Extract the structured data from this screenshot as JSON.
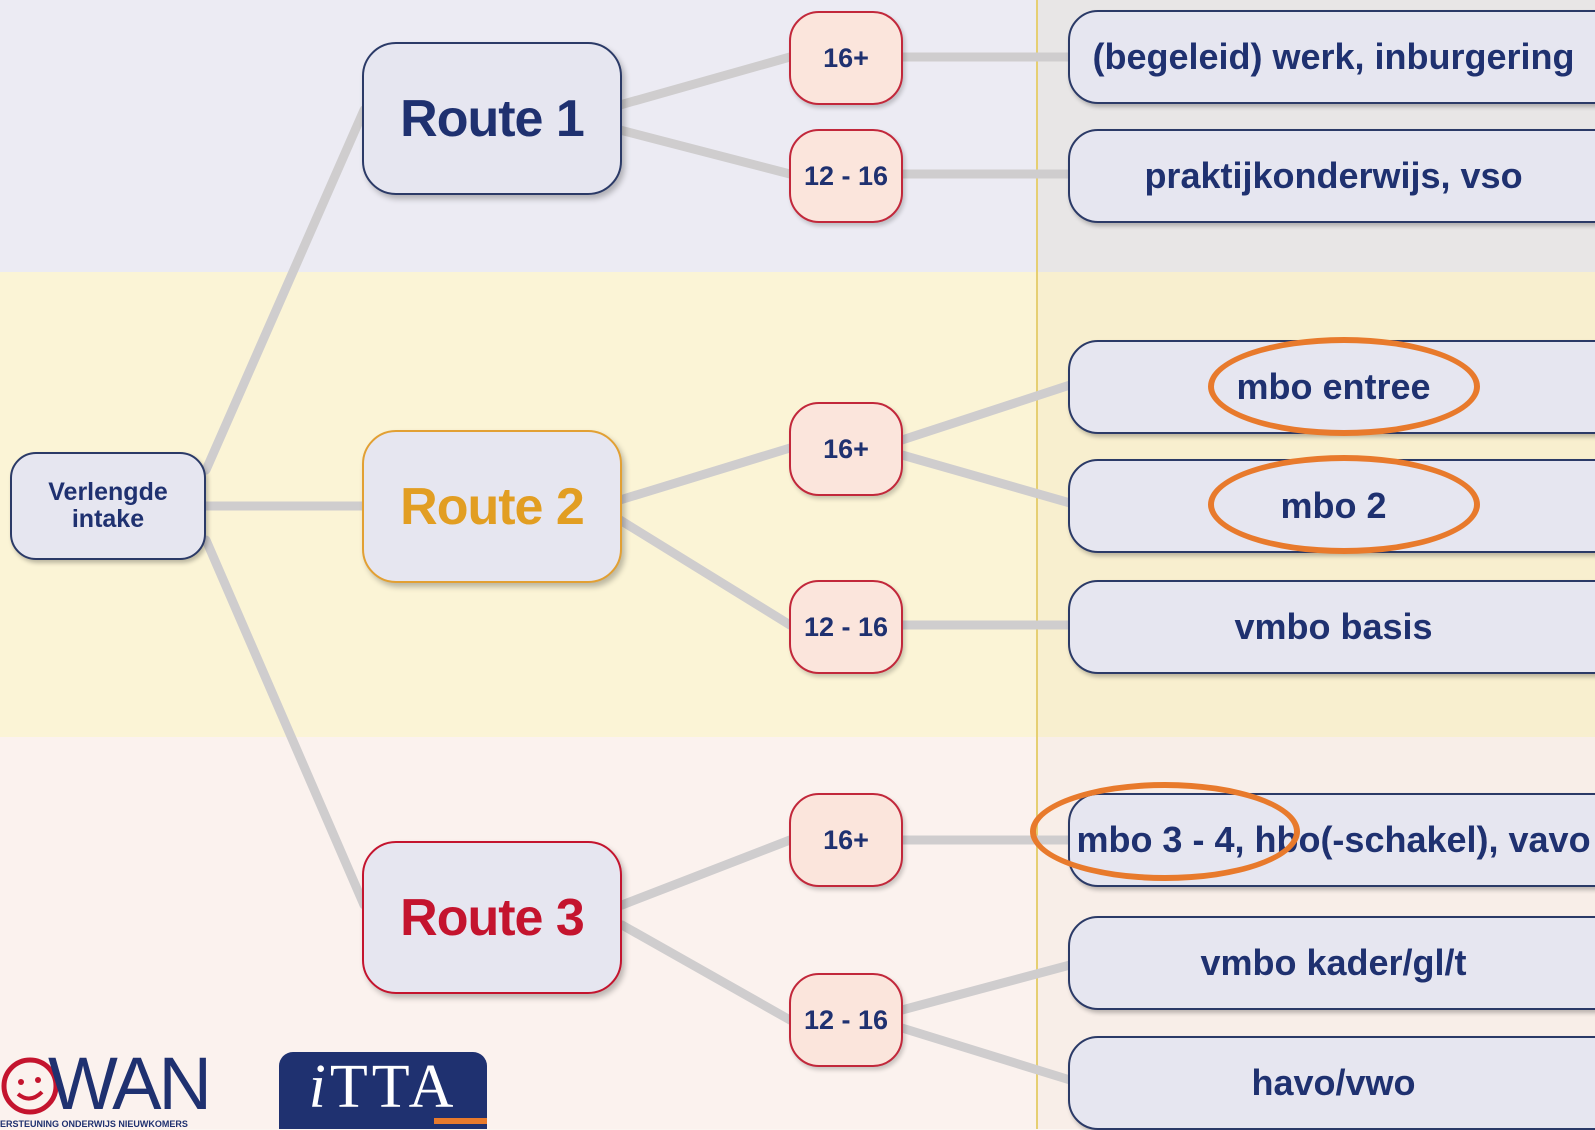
{
  "colors": {
    "navy": "#1f3170",
    "route2_gold": "#e29e22",
    "route3_red": "#c4142e",
    "highlight_orange": "#e87a2c",
    "band_1": "#ecebf3",
    "band_2": "#fbf4d6",
    "band_3": "#fbf2ee"
  },
  "intake": {
    "label": "Verlengde intake"
  },
  "routes": [
    {
      "label": "Route 1"
    },
    {
      "label": "Route 2"
    },
    {
      "label": "Route 3"
    }
  ],
  "ages": [
    {
      "label": "16+"
    },
    {
      "label": "12 - 16"
    },
    {
      "label": "16+"
    },
    {
      "label": "12 - 16"
    },
    {
      "label": "16+"
    },
    {
      "label": "12 - 16"
    }
  ],
  "destinations": [
    {
      "label": "(begeleid) werk, inburgering",
      "highlighted": false
    },
    {
      "label": "praktijkonderwijs, vso",
      "highlighted": false
    },
    {
      "label": "mbo entree",
      "highlighted": true
    },
    {
      "label": "mbo 2",
      "highlighted": true
    },
    {
      "label": "vmbo basis",
      "highlighted": false
    },
    {
      "label": "mbo 3 - 4, hbo(-schakel), vavo",
      "highlighted": true
    },
    {
      "label": "vmbo kader/gl/t",
      "highlighted": false
    },
    {
      "label": "havo/vwo",
      "highlighted": false
    }
  ],
  "logos": {
    "lowan": {
      "name": "LOWAN",
      "subtitle": "ONDERSTEUNING ONDERWIJS NIEUWKOMERS"
    },
    "itta": {
      "name": "iTTA"
    }
  }
}
